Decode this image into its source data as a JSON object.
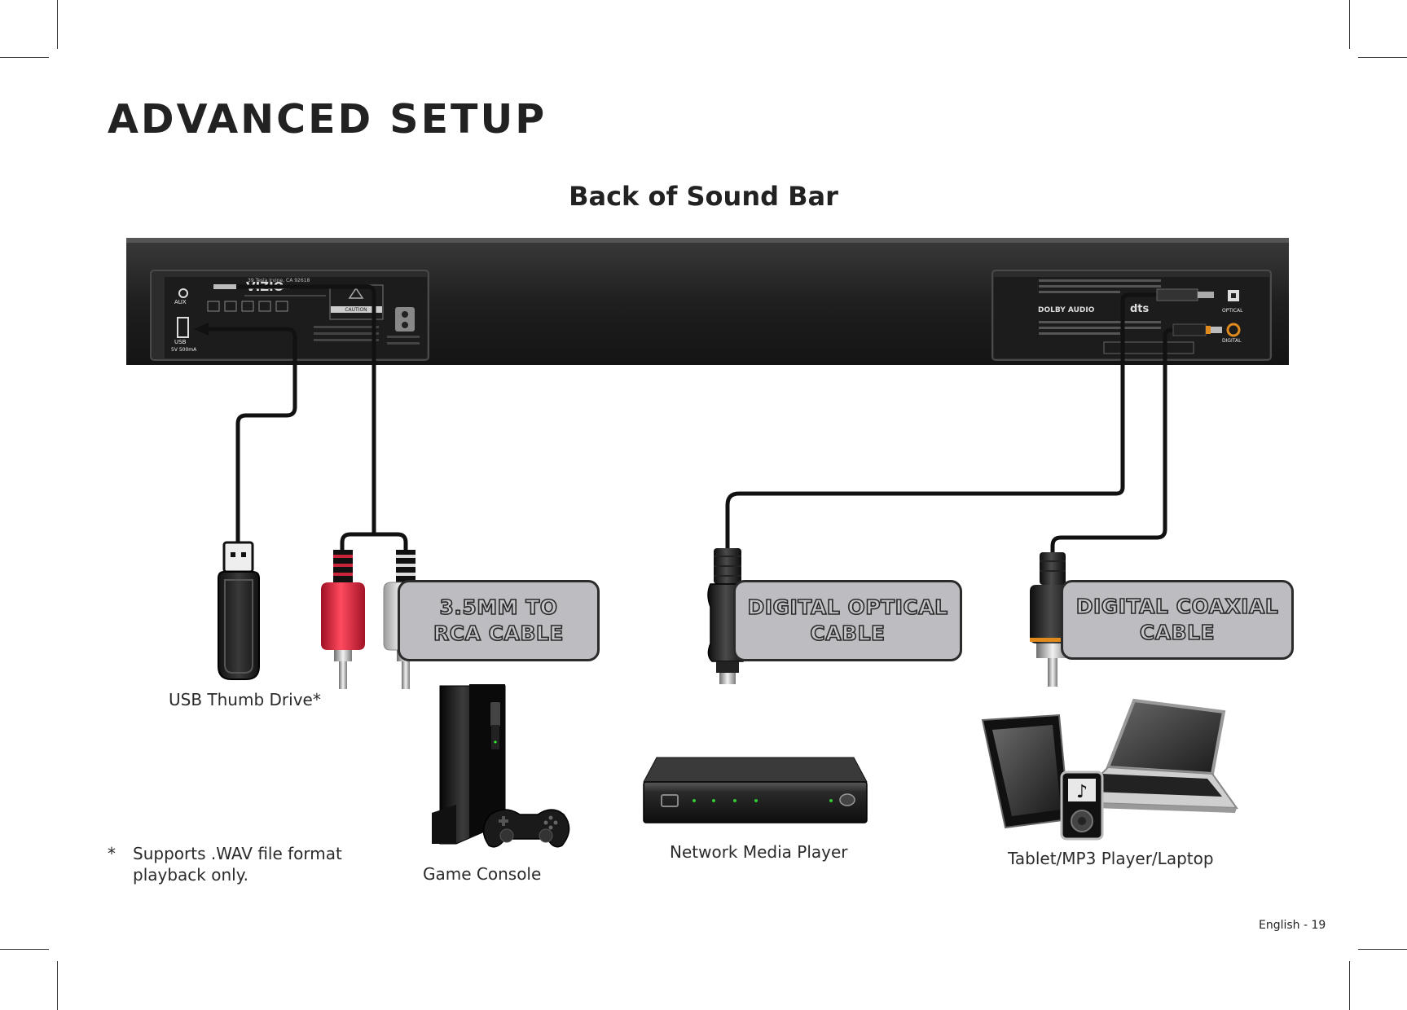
{
  "page": {
    "title": "ADVANCED SETUP",
    "subtitle": "Back of Sound Bar",
    "page_number": "English - 19"
  },
  "soundbar": {
    "left_panel": {
      "brand": "VIZIO",
      "port_aux": "AUX",
      "port_usb": "USB",
      "port_usb_sub": "5V 500mA",
      "caution": "CAUTION"
    },
    "right_panel": {
      "port_optical": "OPTICAL",
      "port_coaxial": "DIGITAL",
      "logo_dolby": "DOLBY AUDIO",
      "logo_dts": "dts"
    }
  },
  "cables": [
    {
      "id": "rca",
      "line1": "3.5MM TO",
      "line2": "RCA CABLE"
    },
    {
      "id": "optical",
      "line1": "DIGITAL OPTICAL",
      "line2": "CABLE"
    },
    {
      "id": "coaxial",
      "line1": "DIGITAL COAXIAL",
      "line2": "CABLE"
    }
  ],
  "devices": {
    "usb": "USB Thumb Drive*",
    "game": "Game Console",
    "network": "Network Media Player",
    "tablet": "Tablet/MP3 Player/Laptop"
  },
  "footnote": {
    "marker": "*",
    "line1": "Supports .WAV file format",
    "line2": "playback only."
  },
  "colors": {
    "soundbar": "#1f1f1f",
    "panel": "#2b2b2b",
    "tag_fill": "#bdbdc1",
    "rca_red": "#d81e3a",
    "rca_white": "#e8e8e8",
    "coax_ring": "#e08a1e"
  }
}
